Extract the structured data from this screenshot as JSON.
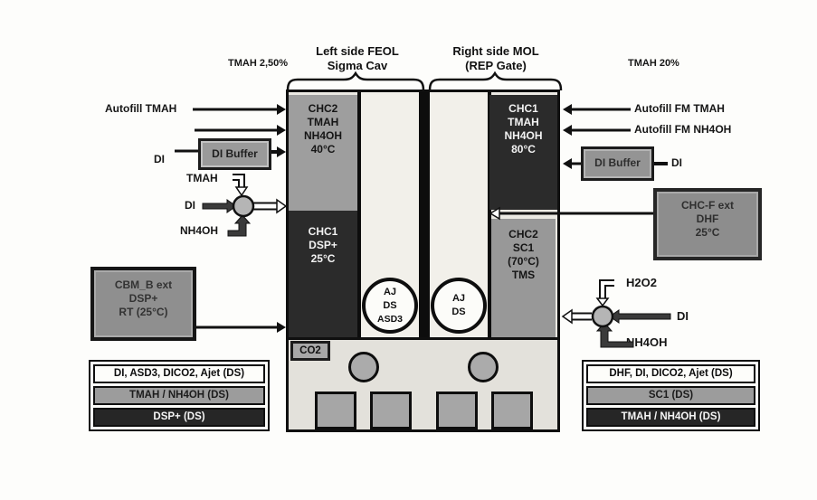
{
  "colors": {
    "dark_box": "#2b2b2b",
    "gray_box": "#9e9e9e",
    "light_column": "#f2f0ea",
    "bottom_area": "#e3e1db",
    "page_bg": "#fdfdfb"
  },
  "header": {
    "tmah_left_label": "TMAH 2,50%",
    "left_title_line1": "Left side FEOL",
    "left_title_line2": "Sigma Cav",
    "right_title_line1": "Right side MOL",
    "right_title_line2": "(REP Gate)",
    "tmah_right_label": "TMAH 20%"
  },
  "main_unit": {
    "chc2_left": {
      "l1": "CHC2",
      "l2": "TMAH",
      "l3": "NH4OH",
      "l4": "40°C"
    },
    "chc1_left": {
      "l1": "CHC1",
      "l2": "DSP+",
      "l3": "25°C"
    },
    "chc1_right": {
      "l1": "CHC1",
      "l2": "TMAH",
      "l3": "NH4OH",
      "l4": "80°C"
    },
    "chc2_right": {
      "l1": "CHC2",
      "l2": "SC1",
      "l3": "(70°C)",
      "l4": "TMS"
    },
    "aj_left": {
      "l1": "AJ",
      "l2": "DS",
      "l3": "ASD3"
    },
    "aj_right": {
      "l1": "AJ",
      "l2": "DS"
    },
    "co2_label": "CO2"
  },
  "left_side": {
    "autofill_tmah_label": "Autofill TMAH",
    "di_label": "DI",
    "di_buffer_label": "DI Buffer",
    "tmah_label": "TMAH",
    "mixer_di_label": "DI",
    "nh4oh_label": "NH4OH"
  },
  "right_side": {
    "autofill_fm_tmah_label": "Autofill FM TMAH",
    "autofill_fm_nh4oh_label": "Autofill FM NH4OH",
    "di_buffer_label": "DI Buffer",
    "di_label": "DI",
    "chcf_ext": {
      "l1": "CHC-F ext",
      "l2": "DHF",
      "l3": "25°C"
    },
    "h2o2_label": "H2O2",
    "mixer_di_label": "DI",
    "nh4oh_label": "NH4OH"
  },
  "cbm_box": {
    "l1": "CBM_B ext",
    "l2": "DSP+",
    "l3": "RT (25°C)"
  },
  "legend_left": {
    "row1": "DI, ASD3, DICO2, Ajet (DS)",
    "row2": "TMAH / NH4OH (DS)",
    "row3": "DSP+ (DS)"
  },
  "legend_right": {
    "row1": "DHF, DI, DICO2, Ajet (DS)",
    "row2": "SC1 (DS)",
    "row3": "TMAH / NH4OH (DS)"
  }
}
